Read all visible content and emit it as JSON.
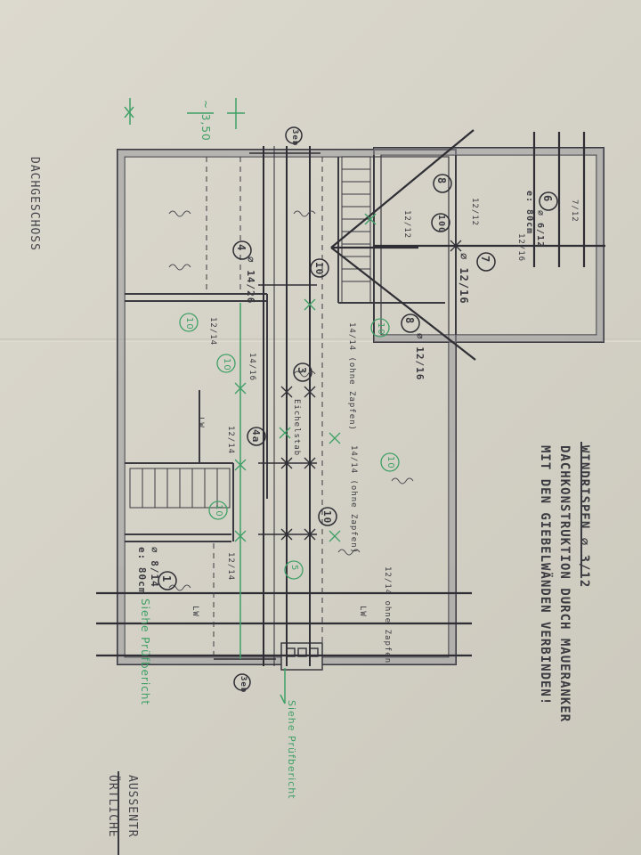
{
  "drawing": {
    "title": "DACHGESCHOSS",
    "dimension": "~ 3,50",
    "notes": {
      "line1": "WINDRISPEN ⌀ 3/12",
      "line2": "DACHKONSTRUKTION DURCH MAUERANKER",
      "line3": "MIT DEN GIEBELWÄNDEN VERBINDEN!"
    },
    "side_text": {
      "line1": "AUSSENTR",
      "line2": "ÖRTLICHE"
    },
    "references": {
      "pruefbericht_inner": "Siehe Prüfbericht",
      "pruefbericht_outer": "Siehe Prüfbericht"
    },
    "section_marks": {
      "top": "3eb",
      "bottom": "3eb"
    },
    "labels": {
      "pos1": "1",
      "pos1_size": "⌀ 8/14",
      "pos1_spacing": "e: 80cm",
      "pos4": "4",
      "pos4_size": "⌀ 14/26",
      "pos4a": "4a",
      "pos3": "3",
      "pos5": "5",
      "pos6": "6",
      "pos6_size": "⌀ 6/12",
      "pos6_spacing": "e: 80cm",
      "pos7": "7",
      "pos8_upper": "8",
      "pos8_lower": "8",
      "pos8_size": "⌀ 12/16",
      "pos10_a": "10",
      "pos10_b": "10",
      "pos10_c": "10",
      "pos10_d": "10",
      "pos10_e": "10",
      "pos10_f": "10",
      "pos10_g": "10",
      "pos100": "100",
      "center_size": "⌀ 12/16",
      "size_12_12_a": "12/12",
      "size_12_12_b": "12/12",
      "size_12_16": "12/16",
      "size_7_12": "7/12",
      "size_14_14": "14/14 (ohne Zapfen)",
      "size_14_14_b": "14/14 (ohne Zapfen)",
      "size_14_16": "14/16",
      "size_12_14": "12/14",
      "size_12_14_b": "12/14",
      "size_12_14_c": "12/14 ohne Zapfen",
      "size_12_14_d": "12/14",
      "eichelstab": "Eichelstab",
      "wall_lw_a": "LW",
      "wall_lw_b": "LW",
      "wall_lw_c": "LW"
    }
  },
  "colors": {
    "ink": "#3a3a40",
    "green": "#3fa066",
    "paper": "#d7d4ca"
  }
}
